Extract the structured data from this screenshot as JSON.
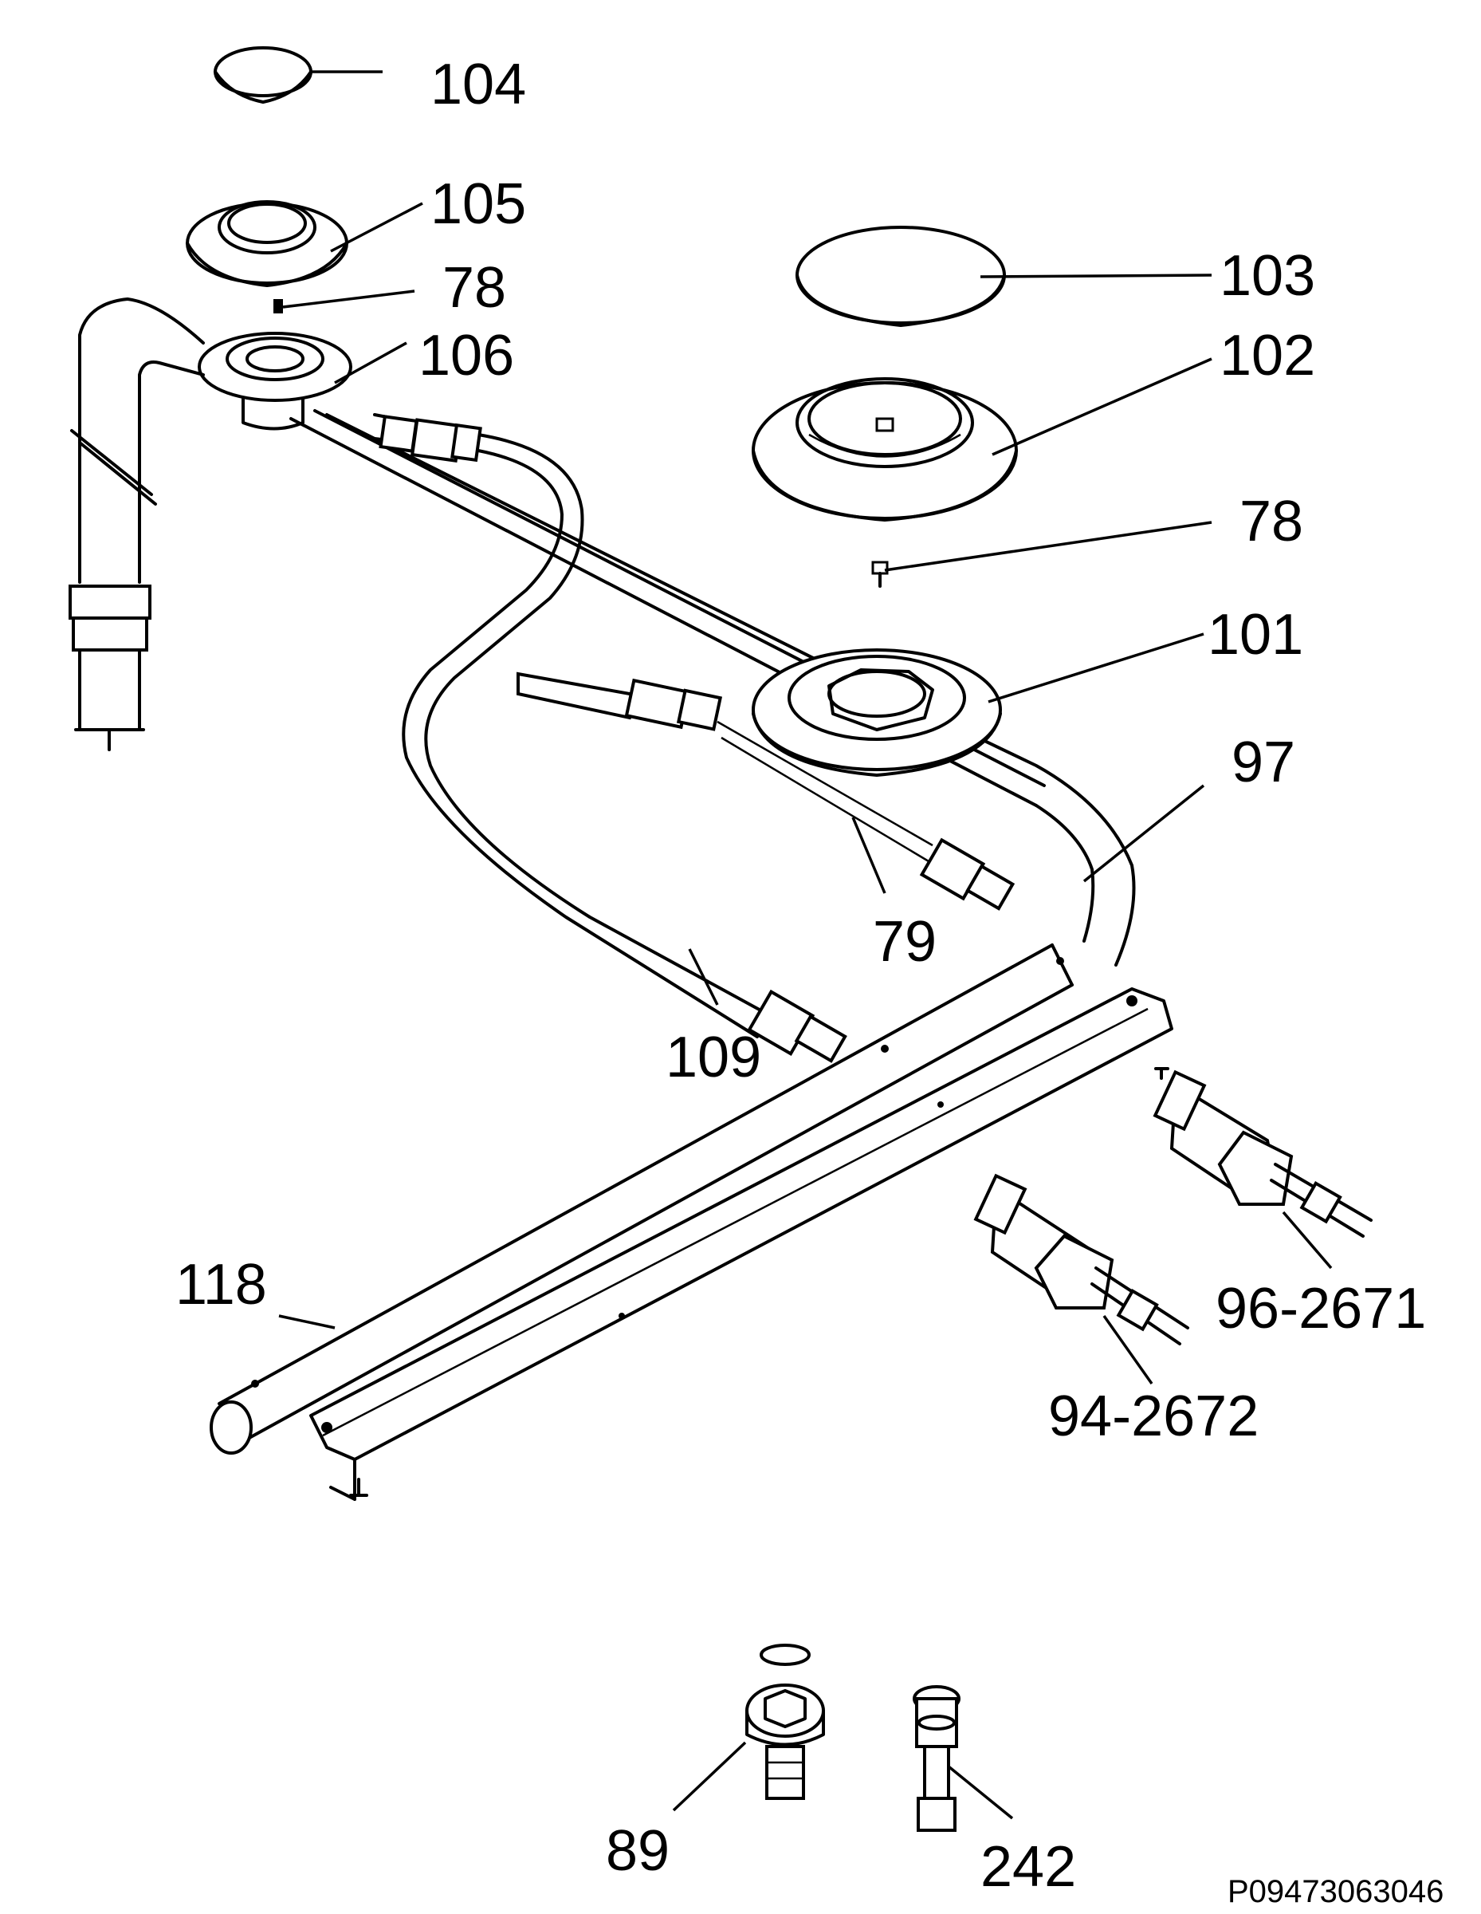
{
  "labels": {
    "l104": "104",
    "l105": "105",
    "l78a": "78",
    "l106": "106",
    "l103": "103",
    "l102": "102",
    "l78b": "78",
    "l101": "101",
    "l97": "97",
    "l79": "79",
    "l109": "109",
    "l118": "118",
    "l96": "96-2671",
    "l94": "94-2672",
    "l89": "89",
    "l242": "242"
  },
  "diagram_code": "P09473063046"
}
